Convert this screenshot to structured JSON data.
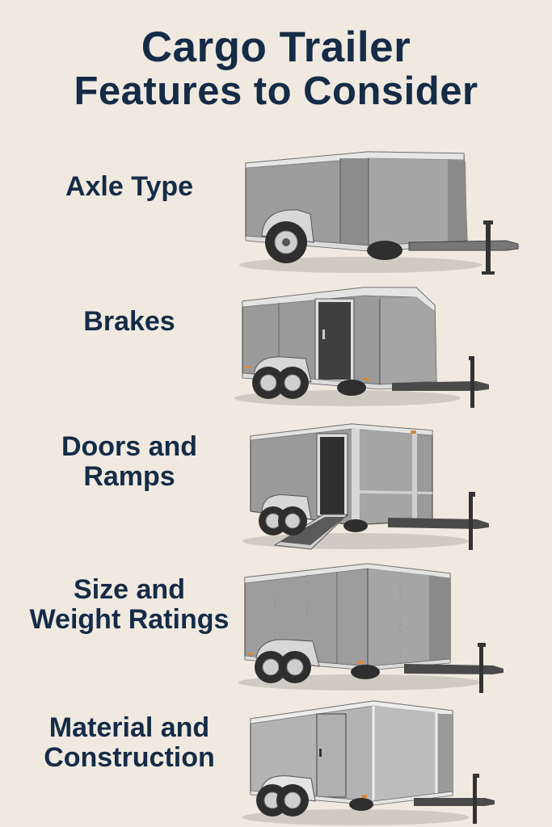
{
  "title": {
    "line1": "Cargo Trailer",
    "line2": "Features to Consider"
  },
  "features": [
    {
      "lines": [
        "Axle Type"
      ],
      "illustration": "single-axle-enclosed-trailer"
    },
    {
      "lines": [
        "Brakes"
      ],
      "illustration": "tandem-axle-trailer-side-door"
    },
    {
      "lines": [
        "Doors and",
        "Ramps"
      ],
      "illustration": "tandem-axle-trailer-with-ramp"
    },
    {
      "lines": [
        "Size and",
        "Weight Ratings"
      ],
      "illustration": "tandem-axle-large-trailer"
    },
    {
      "lines": [
        "Material and",
        "Construction"
      ],
      "illustration": "tandem-axle-aluminum-trailer"
    }
  ],
  "colors": {
    "background": "#efe9e0",
    "text": "#152b47",
    "trailer_body": "#9a9a9a",
    "trailer_trim": "#e2e2e2",
    "tire": "#2e2e2e",
    "marker_light": "#d98a3a"
  }
}
